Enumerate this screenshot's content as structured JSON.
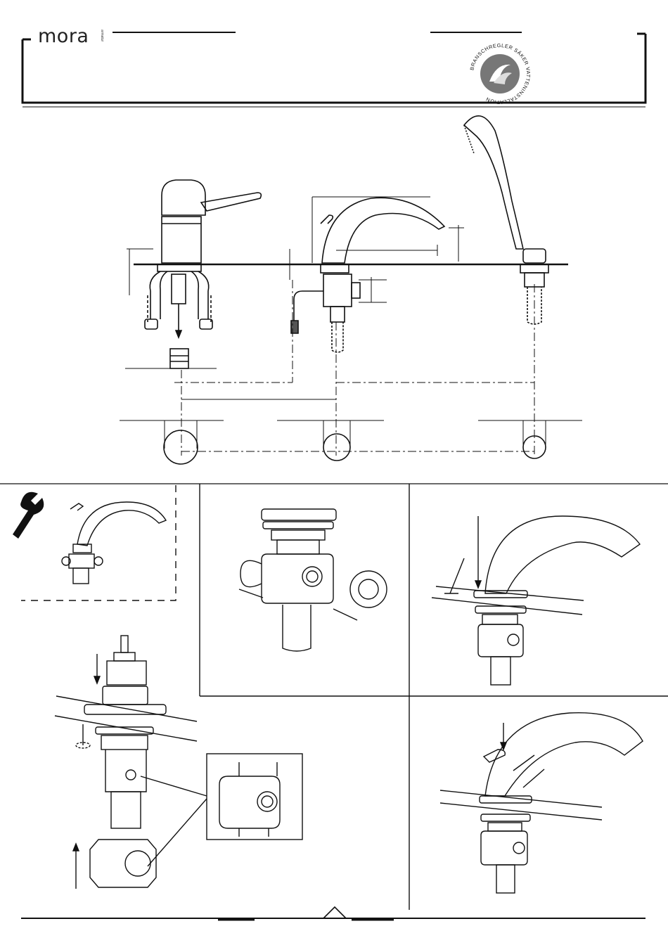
{
  "header": {
    "brand": "mora",
    "brand_mark": "armatur",
    "seal_text": "BRANSCHREGLER SÄKER VATTENINSTALLATION"
  },
  "colors": {
    "ink": "#111111",
    "seal_fill": "#777777"
  },
  "icons": {
    "tool": "wrench-icon",
    "footer_marker": "triangle-icon"
  }
}
